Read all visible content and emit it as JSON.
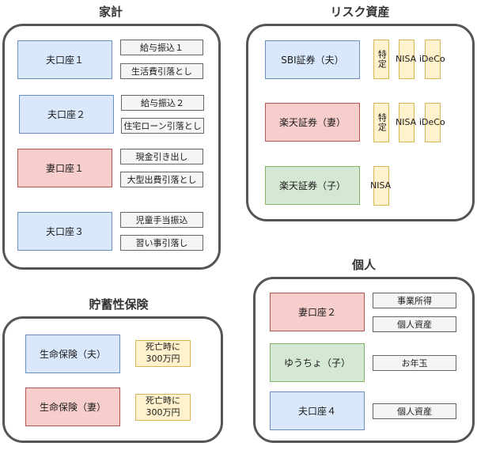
{
  "kakei": {
    "title": "家計",
    "accounts": [
      {
        "label": "夫口座１",
        "tags": [
          "給与振込１",
          "生活費引落とし"
        ]
      },
      {
        "label": "夫口座２",
        "tags": [
          "給与振込２",
          "住宅ローン引落とし"
        ]
      },
      {
        "label": "妻口座１",
        "tags": [
          "現金引き出し",
          "大型出費引落とし"
        ]
      },
      {
        "label": "夫口座３",
        "tags": [
          "児童手当振込",
          "習い事引落し"
        ]
      }
    ]
  },
  "risk": {
    "title": "リスク資産",
    "accounts": [
      {
        "label": "SBI証券（夫）",
        "products": [
          "特定",
          "NISA",
          "iDeCo"
        ]
      },
      {
        "label": "楽天証券（妻）",
        "products": [
          "特定",
          "NISA",
          "iDeCo"
        ]
      },
      {
        "label": "楽天証券（子）",
        "products": [
          "NISA"
        ]
      }
    ]
  },
  "insurance": {
    "title": "貯蓄性保険",
    "policies": [
      {
        "label": "生命保険（夫）",
        "benefit": "死亡時に\n300万円"
      },
      {
        "label": "生命保険（妻）",
        "benefit": "死亡時に\n300万円"
      }
    ]
  },
  "personal": {
    "title": "個人",
    "accounts": [
      {
        "label": "妻口座２",
        "tags": [
          "事業所得",
          "個人資産"
        ]
      },
      {
        "label": "ゆうちょ（子）",
        "tags": [
          "お年玉"
        ]
      },
      {
        "label": "夫口座４",
        "tags": [
          "個人資産"
        ]
      }
    ]
  },
  "colors": {
    "blue_fill": "#dae8fc",
    "blue_border": "#6c8ebf",
    "red_fill": "#f8cecc",
    "red_border": "#b85450",
    "green_fill": "#d5e8d4",
    "green_border": "#82b366",
    "yellow_fill": "#fff2cc",
    "yellow_border": "#d6b656",
    "tag_fill": "#f5f5f5",
    "group_border": "#555555"
  }
}
